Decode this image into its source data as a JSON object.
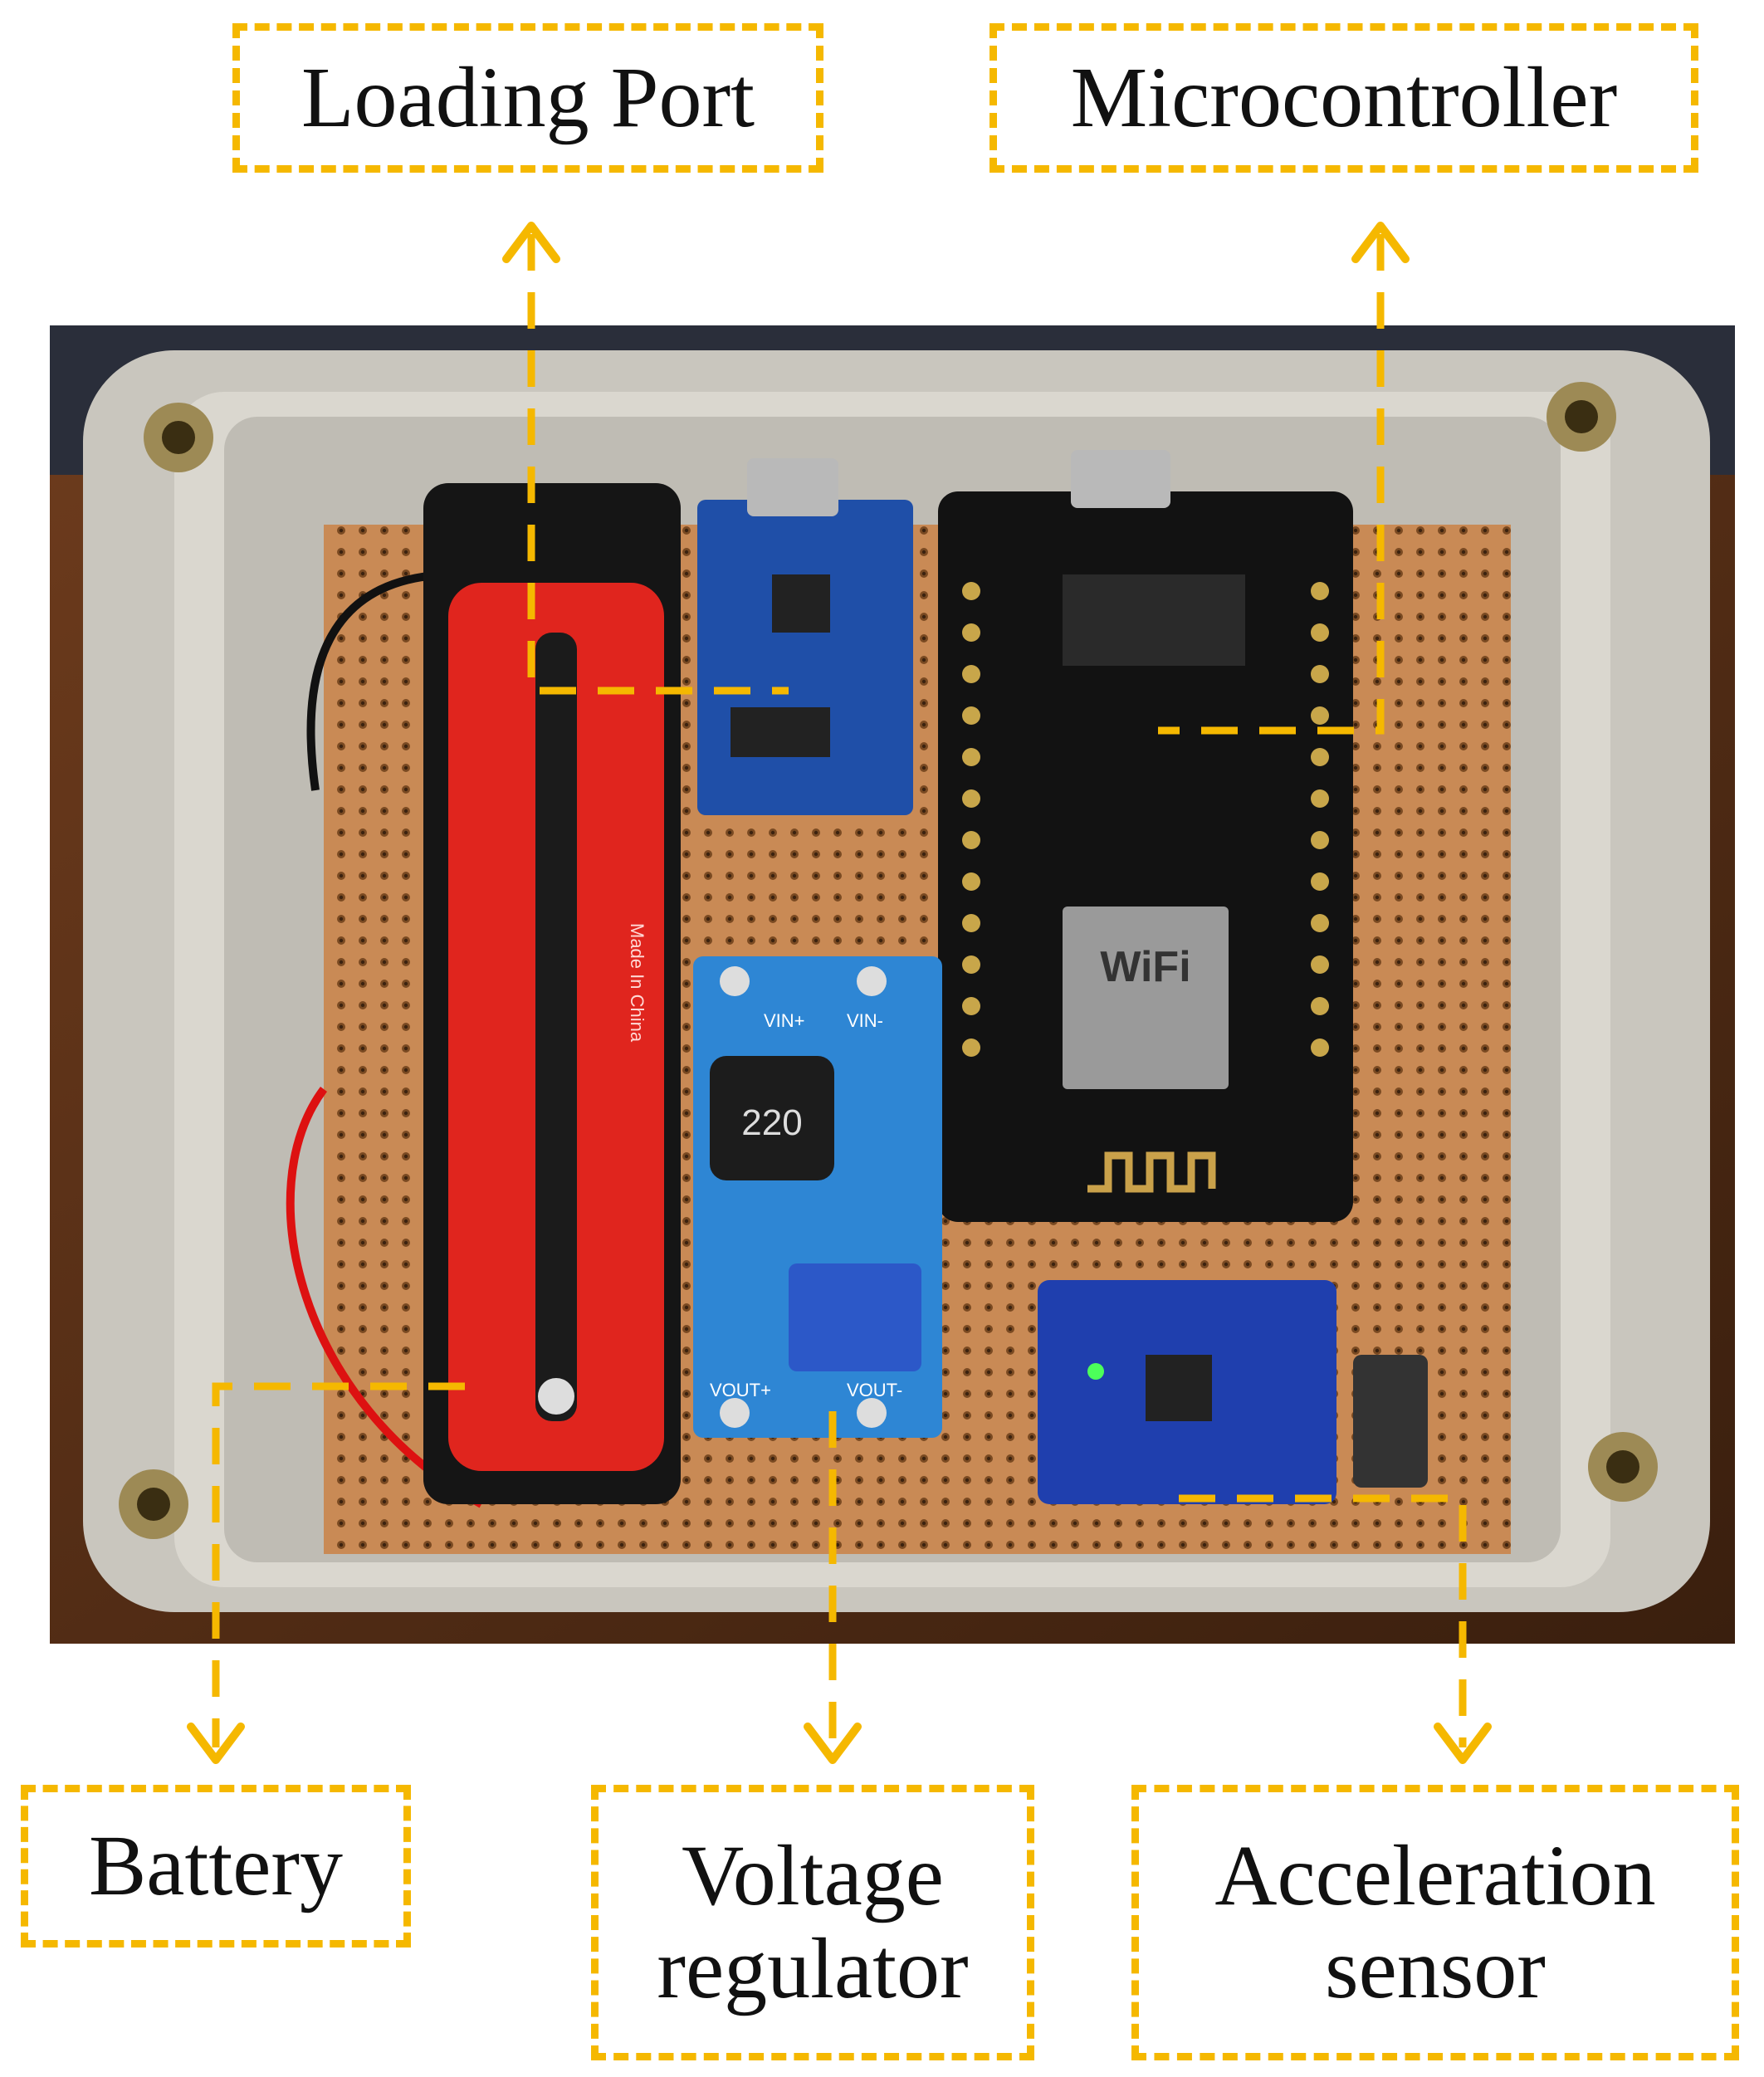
{
  "colors": {
    "accent": "#F5B800",
    "text": "#111111",
    "background": "#FFFFFF"
  },
  "labels": {
    "loading_port": "Loading Port",
    "microcontroller": "Microcontroller",
    "battery": "Battery",
    "voltage_regulator": "Voltage\nregulator",
    "acceleration_sensor": "Acceleration\nsensor"
  },
  "board_markings": {
    "wifi": "WiFi",
    "inductor": "220",
    "vin_plus": "VIN+",
    "vin_minus": "VIN-",
    "vout_plus": "VOUT+",
    "vout_minus": "VOUT-",
    "battery_text": "Made In China"
  }
}
